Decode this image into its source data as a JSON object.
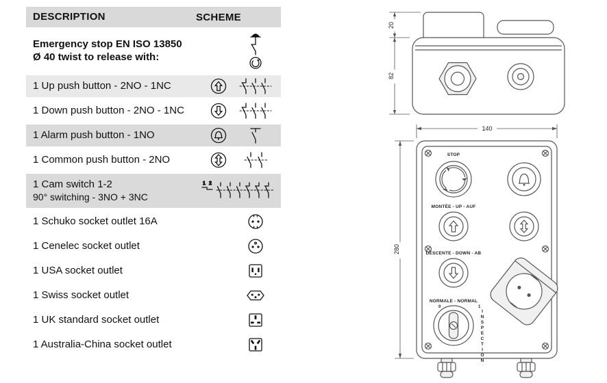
{
  "table": {
    "header": {
      "description": "DESCRIPTION",
      "scheme": "SCHEME"
    },
    "rows": [
      {
        "label": "Emergency stop EN ISO 13850",
        "label2": "Ø 40 twist to release with:"
      },
      {
        "label": "1 Up push button - 2NO - 1NC"
      },
      {
        "label": "1 Down push button - 2NO - 1NC"
      },
      {
        "label": "1 Alarm push button - 1NO"
      },
      {
        "label": "1 Common push button - 2NO"
      },
      {
        "label": "1 Cam switch 1-2",
        "label2": "90° switching - 3NO + 3NC"
      },
      {
        "label": "1 Schuko socket outlet 16A"
      },
      {
        "label": "1 Cenelec socket outlet"
      },
      {
        "label": "1 USA socket outlet"
      },
      {
        "label": "1 Swiss socket outlet"
      },
      {
        "label": "1 UK standard socket outlet"
      },
      {
        "label": "1 Australia-China socket outlet"
      }
    ],
    "cam_positions": {
      "p1": "1",
      "p2": "2"
    }
  },
  "drawings": {
    "side_view": {
      "dim_top": "20",
      "dim_height": "82"
    },
    "front_view": {
      "dim_width": "140",
      "dim_height": "280",
      "labels": {
        "stop": "STOP",
        "up": "MONTÉE - UP - AUF",
        "down": "DESCENTE - DOWN - AB",
        "normal": "NORMALE - NORMAL",
        "inspection": "INSPECTION",
        "pos0": "0",
        "pos1": "1"
      }
    }
  },
  "colors": {
    "row_shade": "#dadada",
    "row_shade_light": "#e9e9e9",
    "line": "#555"
  }
}
